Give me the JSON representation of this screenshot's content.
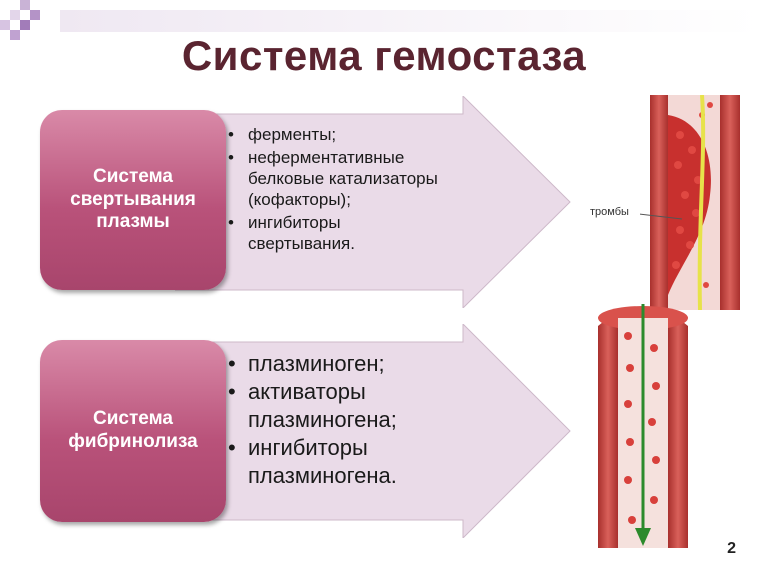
{
  "title": "Система гемостаза",
  "plasma": {
    "box_label": "Система\nсвертывания\nплазмы",
    "items": [
      "ферменты;",
      "неферментативные\nбелковые катализаторы\n(кофакторы);",
      "ингибиторы\nсвертывания."
    ]
  },
  "fibrin": {
    "box_label": "Система\nфибринолиза",
    "items": [
      "плазминоген;",
      "активаторы\nплазминогена;",
      "ингибиторы\nплазминогена."
    ]
  },
  "vessel_top": {
    "label": "тромбы"
  },
  "page_number": "2",
  "colors": {
    "title": "#5a2430",
    "box": "#b9527a",
    "arrow": "#eadbe8",
    "vessel": "#c93a36",
    "thread_yellow": "#e7e24a",
    "arrow_green": "#2c8a2c"
  }
}
